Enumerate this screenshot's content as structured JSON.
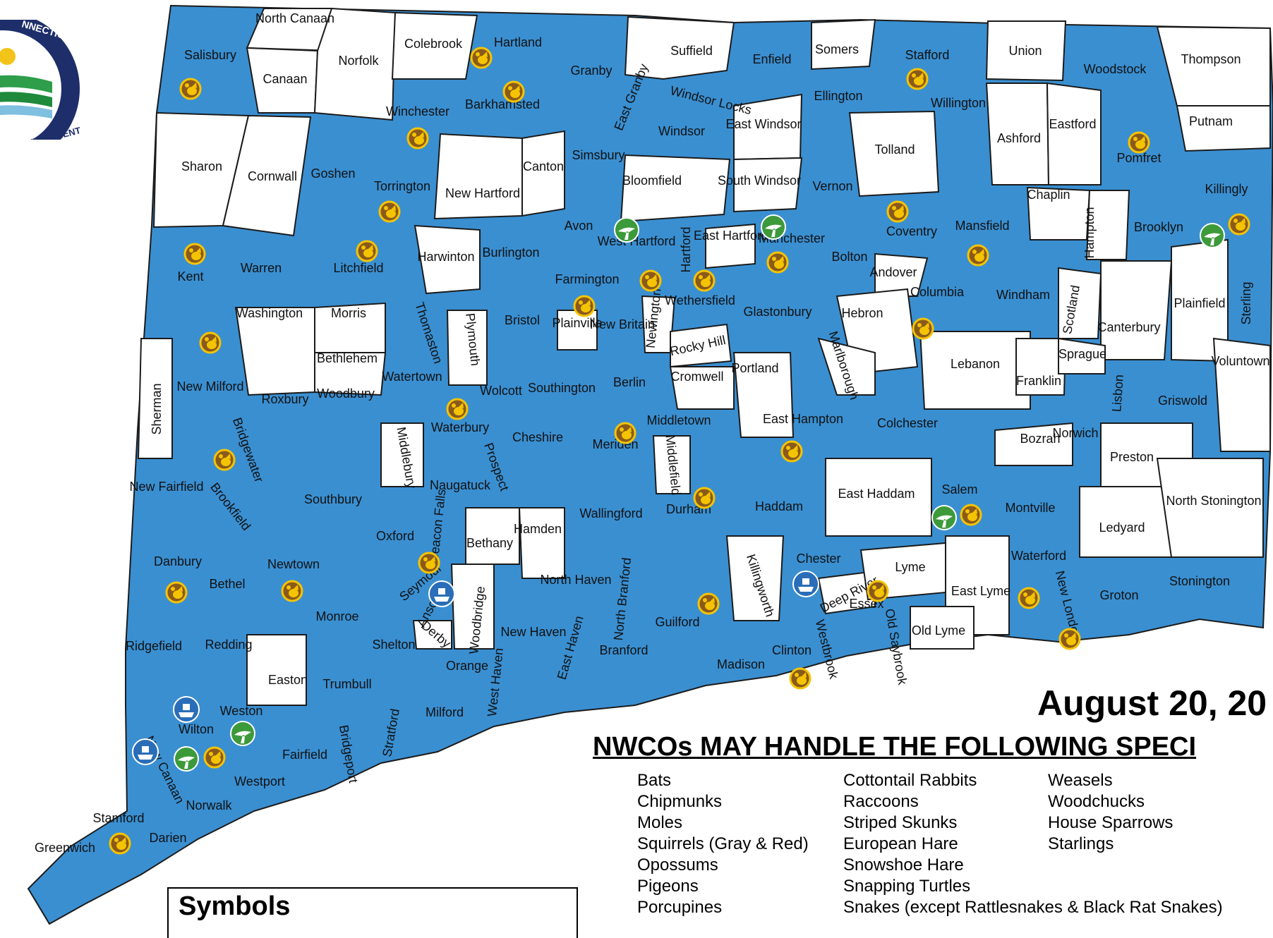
{
  "title": {
    "date": "August 20, 20",
    "heading": "NWCOs MAY HANDLE THE FOLLOWING SPECI"
  },
  "logo": {
    "top_text": "NNECTICUT",
    "bottom_text": "ENVIRONMENT",
    "side_text": "ENVIRONMENT"
  },
  "colors": {
    "authorized_town": "#3a8fd1",
    "unauthorized_town": "#ffffff",
    "border": "#1b1b1b",
    "turkey_icon": "#8a5a1c",
    "goose_icon": "#3d9a3a",
    "boat_icon": "#2a6db8"
  },
  "species": {
    "col1": [
      "Bats",
      "Chipmunks",
      "Moles",
      "Squirrels (Gray & Red)",
      "Opossums",
      "Pigeons",
      "Porcupines"
    ],
    "col2": [
      "Cottontail Rabbits",
      "Raccoons",
      "Striped Skunks",
      "European Hare",
      "Snowshoe Hare",
      "Snapping Turtles",
      "Snakes (except Rattlesnakes & Black Rat Snakes)"
    ],
    "col3": [
      "Weasels",
      "Woodchucks",
      "House Sparrows",
      "Starlings"
    ]
  },
  "legend": {
    "title": "Symbols"
  },
  "towns": [
    {
      "name": "Salisbury",
      "authorized": true
    },
    {
      "name": "North Canaan",
      "authorized": false
    },
    {
      "name": "Canaan",
      "authorized": false
    },
    {
      "name": "Norfolk",
      "authorized": false
    },
    {
      "name": "Colebrook",
      "authorized": false
    },
    {
      "name": "Hartland",
      "authorized": true
    },
    {
      "name": "Granby",
      "authorized": true
    },
    {
      "name": "Suffield",
      "authorized": false
    },
    {
      "name": "Enfield",
      "authorized": true
    },
    {
      "name": "Somers",
      "authorized": false
    },
    {
      "name": "Stafford",
      "authorized": true
    },
    {
      "name": "Union",
      "authorized": false
    },
    {
      "name": "Woodstock",
      "authorized": true
    },
    {
      "name": "Thompson",
      "authorized": false
    },
    {
      "name": "Winchester",
      "authorized": true
    },
    {
      "name": "Barkhamsted",
      "authorized": true
    },
    {
      "name": "East Granby",
      "authorized": false
    },
    {
      "name": "Windsor Locks",
      "authorized": true
    },
    {
      "name": "Windsor",
      "authorized": true
    },
    {
      "name": "East Windsor",
      "authorized": false
    },
    {
      "name": "Ellington",
      "authorized": true
    },
    {
      "name": "Willington",
      "authorized": true
    },
    {
      "name": "Tolland",
      "authorized": false
    },
    {
      "name": "Ashford",
      "authorized": false
    },
    {
      "name": "Eastford",
      "authorized": false
    },
    {
      "name": "Pomfret",
      "authorized": true
    },
    {
      "name": "Putnam",
      "authorized": false
    },
    {
      "name": "Sharon",
      "authorized": false
    },
    {
      "name": "Cornwall",
      "authorized": false
    },
    {
      "name": "Goshen",
      "authorized": true
    },
    {
      "name": "Torrington",
      "authorized": true
    },
    {
      "name": "New Hartford",
      "authorized": false
    },
    {
      "name": "Canton",
      "authorized": false
    },
    {
      "name": "Simsbury",
      "authorized": true
    },
    {
      "name": "Bloomfield",
      "authorized": false
    },
    {
      "name": "South Windsor",
      "authorized": false
    },
    {
      "name": "Vernon",
      "authorized": true
    },
    {
      "name": "Coventry",
      "authorized": true
    },
    {
      "name": "Mansfield",
      "authorized": true
    },
    {
      "name": "Chaplin",
      "authorized": false
    },
    {
      "name": "Hampton",
      "authorized": false
    },
    {
      "name": "Brooklyn",
      "authorized": true
    },
    {
      "name": "Killingly",
      "authorized": true
    },
    {
      "name": "Kent",
      "authorized": true
    },
    {
      "name": "Warren",
      "authorized": true
    },
    {
      "name": "Litchfield",
      "authorized": true
    },
    {
      "name": "Harwinton",
      "authorized": false
    },
    {
      "name": "Burlington",
      "authorized": true
    },
    {
      "name": "Avon",
      "authorized": true
    },
    {
      "name": "West Hartford",
      "authorized": true
    },
    {
      "name": "Hartford",
      "authorized": true
    },
    {
      "name": "East Hartford",
      "authorized": false
    },
    {
      "name": "Manchester",
      "authorized": true
    },
    {
      "name": "Bolton",
      "authorized": true
    },
    {
      "name": "Andover",
      "authorized": false
    },
    {
      "name": "Columbia",
      "authorized": true
    },
    {
      "name": "Windham",
      "authorized": true
    },
    {
      "name": "Scotland",
      "authorized": false
    },
    {
      "name": "Canterbury",
      "authorized": false
    },
    {
      "name": "Plainfield",
      "authorized": false
    },
    {
      "name": "Sterling",
      "authorized": true
    },
    {
      "name": "Washington",
      "authorized": false
    },
    {
      "name": "Morris",
      "authorized": false
    },
    {
      "name": "Bethlehem",
      "authorized": false
    },
    {
      "name": "Thomaston",
      "authorized": true
    },
    {
      "name": "Plymouth",
      "authorized": false
    },
    {
      "name": "Bristol",
      "authorized": true
    },
    {
      "name": "Farmington",
      "authorized": true
    },
    {
      "name": "Plainville",
      "authorized": false
    },
    {
      "name": "New Britain",
      "authorized": true
    },
    {
      "name": "Newington",
      "authorized": false
    },
    {
      "name": "Wethersfield",
      "authorized": true
    },
    {
      "name": "Rocky Hill",
      "authorized": false
    },
    {
      "name": "Glastonbury",
      "authorized": true
    },
    {
      "name": "Hebron",
      "authorized": false
    },
    {
      "name": "Marlborough",
      "authorized": false
    },
    {
      "name": "Lebanon",
      "authorized": false
    },
    {
      "name": "Franklin",
      "authorized": false
    },
    {
      "name": "Sprague",
      "authorized": false
    },
    {
      "name": "Lisbon",
      "authorized": true
    },
    {
      "name": "Griswold",
      "authorized": true
    },
    {
      "name": "Voluntown",
      "authorized": false
    },
    {
      "name": "Sherman",
      "authorized": false
    },
    {
      "name": "New Milford",
      "authorized": true
    },
    {
      "name": "Roxbury",
      "authorized": true
    },
    {
      "name": "Woodbury",
      "authorized": true
    },
    {
      "name": "Watertown",
      "authorized": true
    },
    {
      "name": "Wolcott",
      "authorized": true
    },
    {
      "name": "Southington",
      "authorized": true
    },
    {
      "name": "Berlin",
      "authorized": true
    },
    {
      "name": "Cromwell",
      "authorized": false
    },
    {
      "name": "Portland",
      "authorized": false
    },
    {
      "name": "East Hampton",
      "authorized": true
    },
    {
      "name": "Colchester",
      "authorized": true
    },
    {
      "name": "Bozrah",
      "authorized": false
    },
    {
      "name": "Norwich",
      "authorized": true
    },
    {
      "name": "Preston",
      "authorized": false
    },
    {
      "name": "Bridgewater",
      "authorized": true
    },
    {
      "name": "Middlebury",
      "authorized": false
    },
    {
      "name": "Waterbury",
      "authorized": true
    },
    {
      "name": "Cheshire",
      "authorized": true
    },
    {
      "name": "Meriden",
      "authorized": true
    },
    {
      "name": "Middletown",
      "authorized": true
    },
    {
      "name": "Middlefield",
      "authorized": false
    },
    {
      "name": "New Fairfield",
      "authorized": true
    },
    {
      "name": "Brookfield",
      "authorized": true
    },
    {
      "name": "Southbury",
      "authorized": true
    },
    {
      "name": "Naugatuck",
      "authorized": true
    },
    {
      "name": "Prospect",
      "authorized": true
    },
    {
      "name": "Wallingford",
      "authorized": true
    },
    {
      "name": "Durham",
      "authorized": true
    },
    {
      "name": "Haddam",
      "authorized": true
    },
    {
      "name": "East Haddam",
      "authorized": false
    },
    {
      "name": "Salem",
      "authorized": true
    },
    {
      "name": "Montville",
      "authorized": true
    },
    {
      "name": "Ledyard",
      "authorized": false
    },
    {
      "name": "North Stonington",
      "authorized": false
    },
    {
      "name": "Danbury",
      "authorized": true
    },
    {
      "name": "Bethel",
      "authorized": true
    },
    {
      "name": "Newtown",
      "authorized": true
    },
    {
      "name": "Oxford",
      "authorized": true
    },
    {
      "name": "Beacon Falls",
      "authorized": true
    },
    {
      "name": "Bethany",
      "authorized": false
    },
    {
      "name": "Hamden",
      "authorized": false
    },
    {
      "name": "North Haven",
      "authorized": true
    },
    {
      "name": "North Branford",
      "authorized": true
    },
    {
      "name": "Killingworth",
      "authorized": false
    },
    {
      "name": "Chester",
      "authorized": true
    },
    {
      "name": "Deep River",
      "authorized": false
    },
    {
      "name": "Lyme",
      "authorized": false
    },
    {
      "name": "East Lyme",
      "authorized": false
    },
    {
      "name": "Waterford",
      "authorized": true
    },
    {
      "name": "New London",
      "authorized": true
    },
    {
      "name": "Groton",
      "authorized": true
    },
    {
      "name": "Stonington",
      "authorized": true
    },
    {
      "name": "Ridgefield",
      "authorized": true
    },
    {
      "name": "Redding",
      "authorized": true
    },
    {
      "name": "Monroe",
      "authorized": true
    },
    {
      "name": "Seymour",
      "authorized": true
    },
    {
      "name": "Ansonia",
      "authorized": true
    },
    {
      "name": "Derby",
      "authorized": false
    },
    {
      "name": "Woodbridge",
      "authorized": false
    },
    {
      "name": "Shelton",
      "authorized": true
    },
    {
      "name": "New Haven",
      "authorized": true
    },
    {
      "name": "East Haven",
      "authorized": true
    },
    {
      "name": "Branford",
      "authorized": true
    },
    {
      "name": "Guilford",
      "authorized": true
    },
    {
      "name": "Madison",
      "authorized": true
    },
    {
      "name": "Clinton",
      "authorized": true
    },
    {
      "name": "Westbrook",
      "authorized": true
    },
    {
      "name": "Essex",
      "authorized": true
    },
    {
      "name": "Old Saybrook",
      "authorized": true
    },
    {
      "name": "Old Lyme",
      "authorized": false
    },
    {
      "name": "Easton",
      "authorized": false
    },
    {
      "name": "Trumbull",
      "authorized": true
    },
    {
      "name": "Orange",
      "authorized": true
    },
    {
      "name": "West Haven",
      "authorized": true
    },
    {
      "name": "Milford",
      "authorized": true
    },
    {
      "name": "Stratford",
      "authorized": true
    },
    {
      "name": "Bridgeport",
      "authorized": true
    },
    {
      "name": "Fairfield",
      "authorized": true
    },
    {
      "name": "Weston",
      "authorized": true
    },
    {
      "name": "Wilton",
      "authorized": true
    },
    {
      "name": "Westport",
      "authorized": true
    },
    {
      "name": "New Canaan",
      "authorized": true
    },
    {
      "name": "Norwalk",
      "authorized": true
    },
    {
      "name": "Stamford",
      "authorized": true
    },
    {
      "name": "Darien",
      "authorized": true
    },
    {
      "name": "Greenwich",
      "authorized": true
    }
  ]
}
